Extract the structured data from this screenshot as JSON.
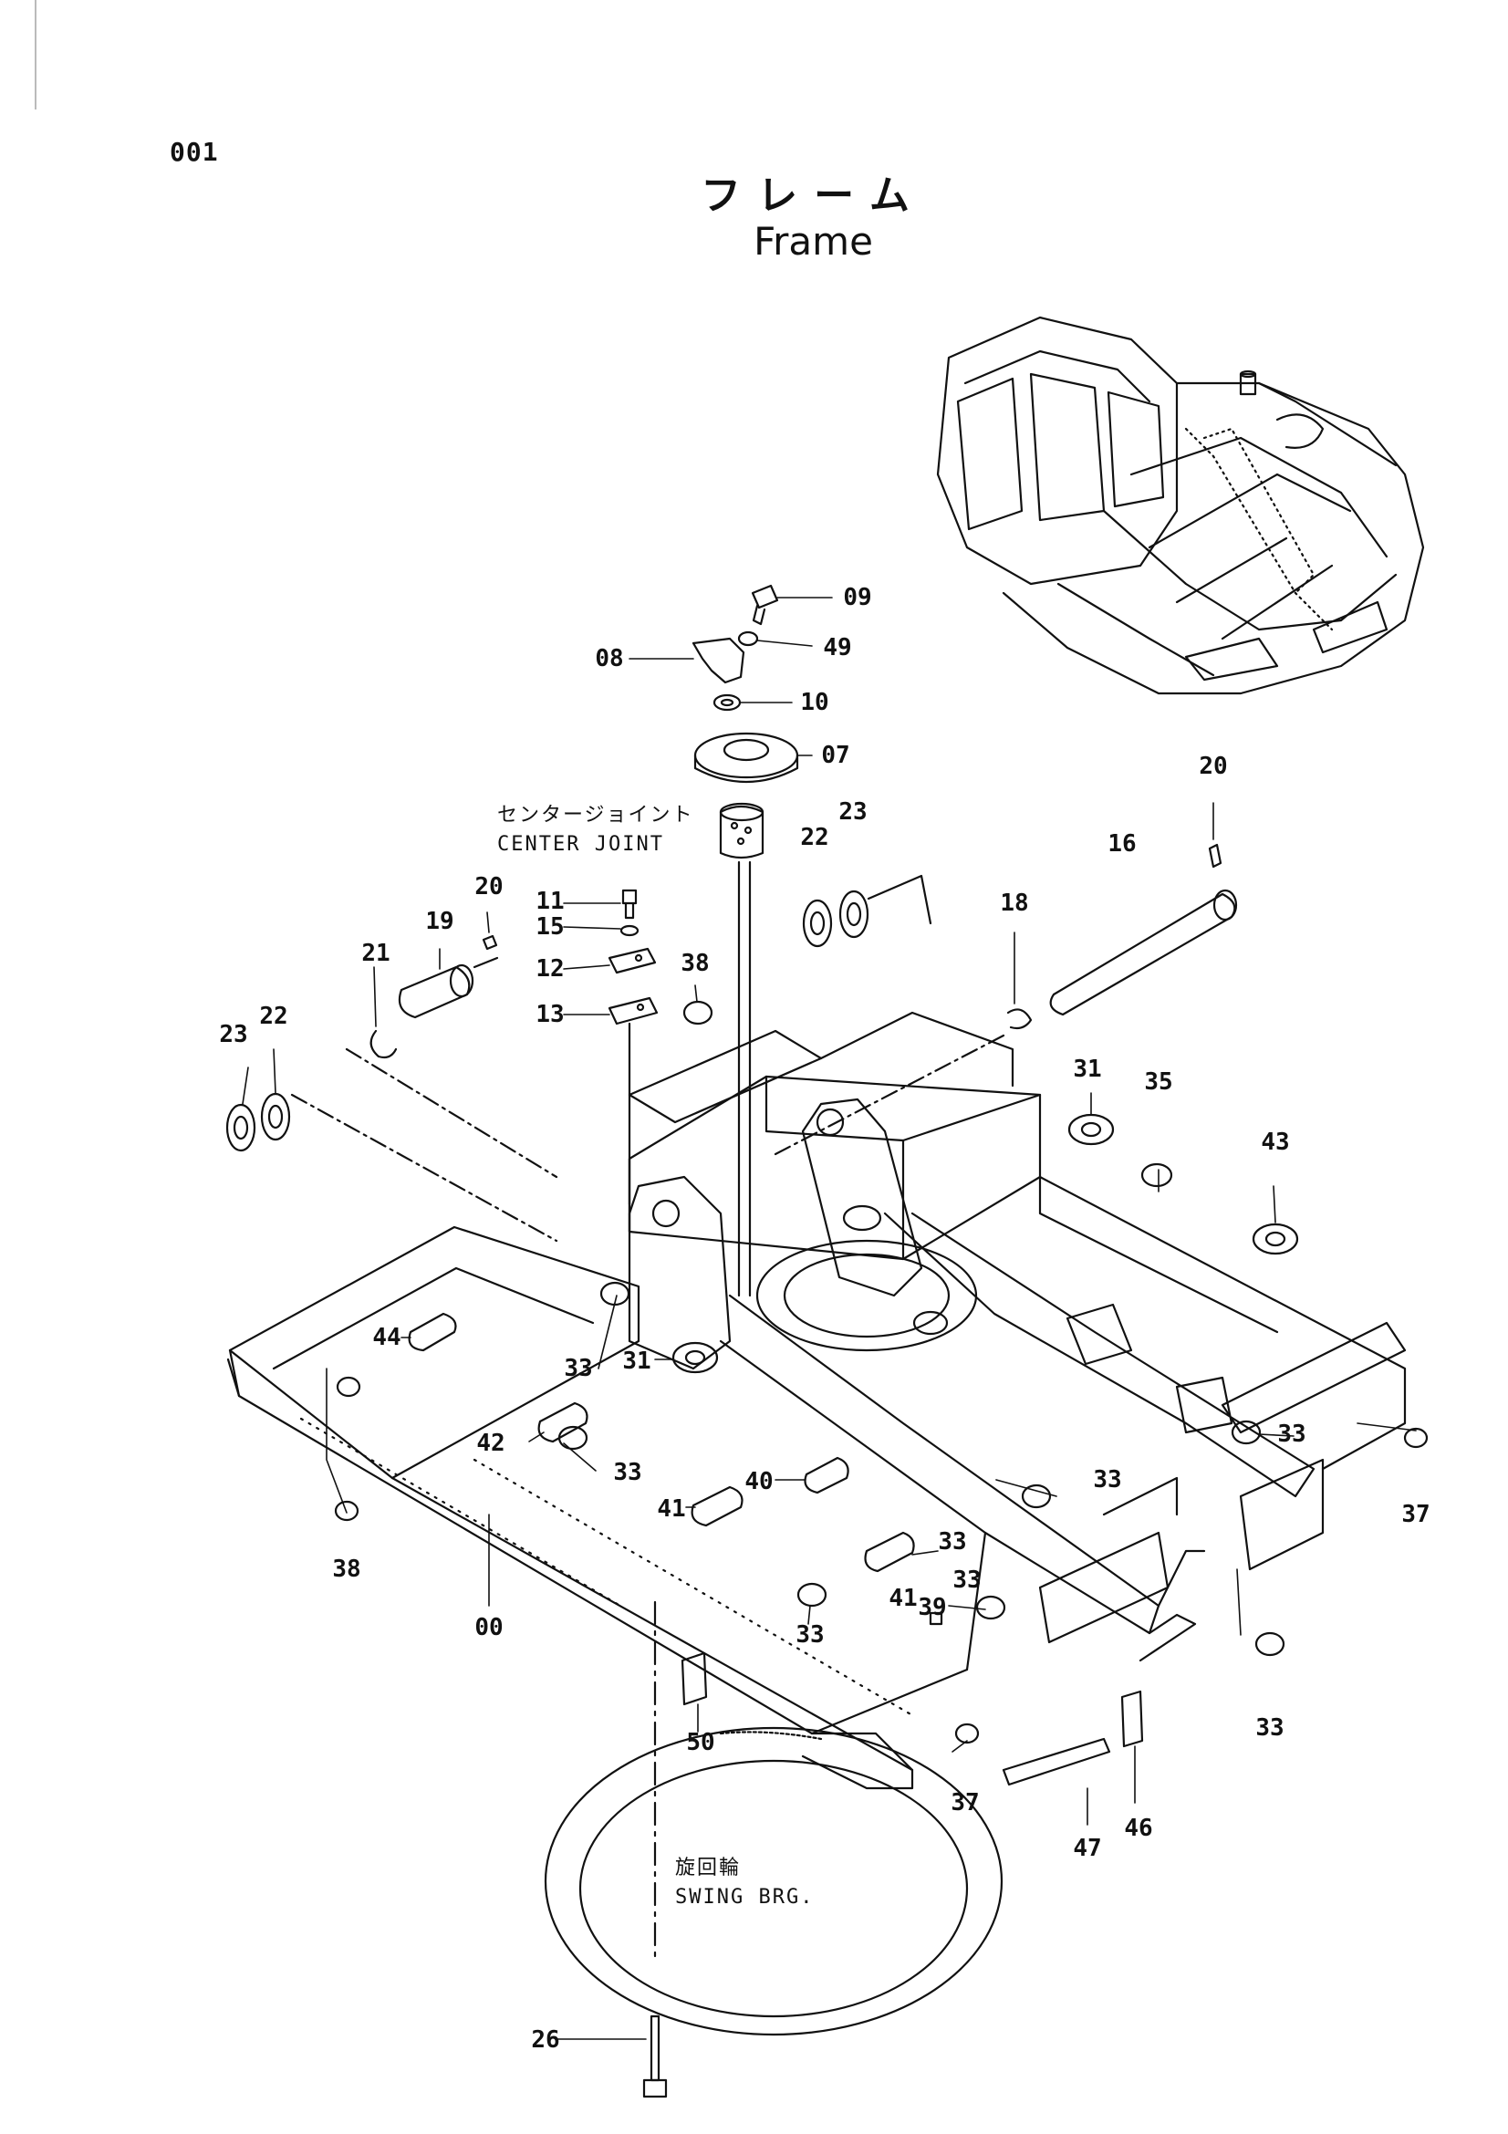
{
  "page": {
    "number": "001",
    "title_jp": "フレーム",
    "title_en": "Frame"
  },
  "notes": {
    "center_joint_jp": "センタージョイント",
    "center_joint_en": "CENTER  JOINT",
    "swing_brg_jp": "旋回輪",
    "swing_brg_en": "SWING  BRG."
  },
  "callouts": [
    "09",
    "49",
    "08",
    "10",
    "07",
    "20",
    "23",
    "22",
    "16",
    "11",
    "15",
    "12",
    "13",
    "19",
    "21",
    "18",
    "38",
    "31",
    "35",
    "43",
    "44",
    "33",
    "31",
    "42",
    "33",
    "40",
    "41",
    "33",
    "41",
    "39",
    "33",
    "33",
    "33",
    "37",
    "38",
    "00",
    "33",
    "50",
    "37",
    "47",
    "46",
    "33",
    "26",
    "23",
    "22",
    "20"
  ]
}
